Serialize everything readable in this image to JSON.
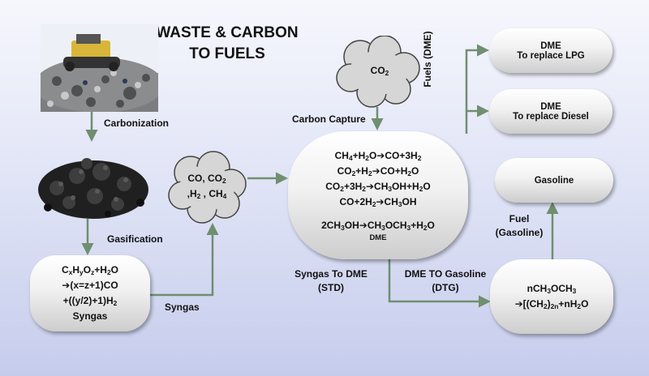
{
  "title": {
    "line1": "WASTE & CARBON",
    "line2": "TO FUELS"
  },
  "colors": {
    "line": "#6f8f6f",
    "cloud": "#d6d6d6",
    "background": "#dde1f5"
  },
  "labels": {
    "carbonization": "Carbonization",
    "gasification": "Gasification",
    "syngas": "Syngas",
    "carbon_capture": "Carbon Capture",
    "fuels_dme": "Fuels (DME)",
    "fuel_gasoline": {
      "line1": "Fuel",
      "line2": "(Gasoline)"
    },
    "std": {
      "line1": "Syngas To DME",
      "line2": "(STD)"
    },
    "dtg": {
      "line1": "DME TO Gasoline",
      "line2": "(DTG)"
    }
  },
  "boxes": {
    "gasification_box": {
      "line4": "Syngas"
    },
    "dme_lpg": {
      "line1": "DME",
      "line2": "To replace LPG"
    },
    "dme_diesel": {
      "line1": "DME",
      "line2": "To replace Diesel"
    },
    "gasoline": "Gasoline",
    "dtg_box": {}
  },
  "clouds": {
    "co2": {},
    "syngas_gases": {}
  },
  "reactor": {
    "dme_caption": "DME"
  },
  "images": {
    "landfill": "landfill-photo",
    "coal": "coal-pile-photo"
  }
}
